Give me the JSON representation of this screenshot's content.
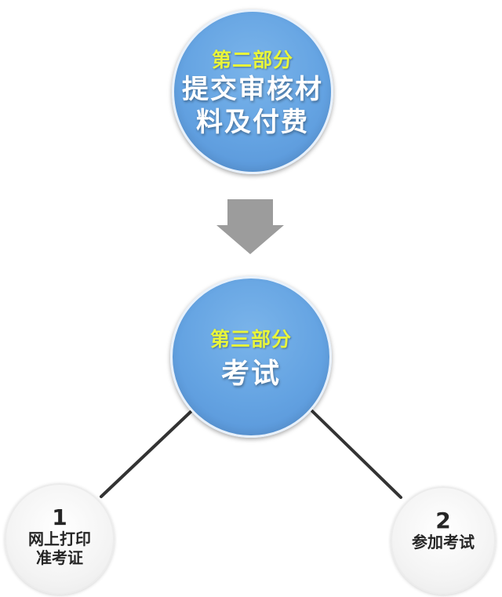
{
  "colors": {
    "primary_circle": "#64a3e2",
    "part_title": "#e8f53a",
    "part_body": "#ffffff",
    "arrow": "#9c9c9c",
    "connector_line": "#333333",
    "step_circle": "#f4f4f4",
    "step_text": "#262626"
  },
  "part2": {
    "title": "第二部分",
    "body_line1": "提交审核材",
    "body_line2": "料及付费"
  },
  "arrow": {
    "icon": "down-arrow-icon"
  },
  "part3": {
    "title": "第三部分",
    "body": "考试"
  },
  "steps": [
    {
      "number": "1",
      "label_line1": "网上打印",
      "label_line2": "准考证"
    },
    {
      "number": "2",
      "label_line1": "参加考试"
    }
  ]
}
